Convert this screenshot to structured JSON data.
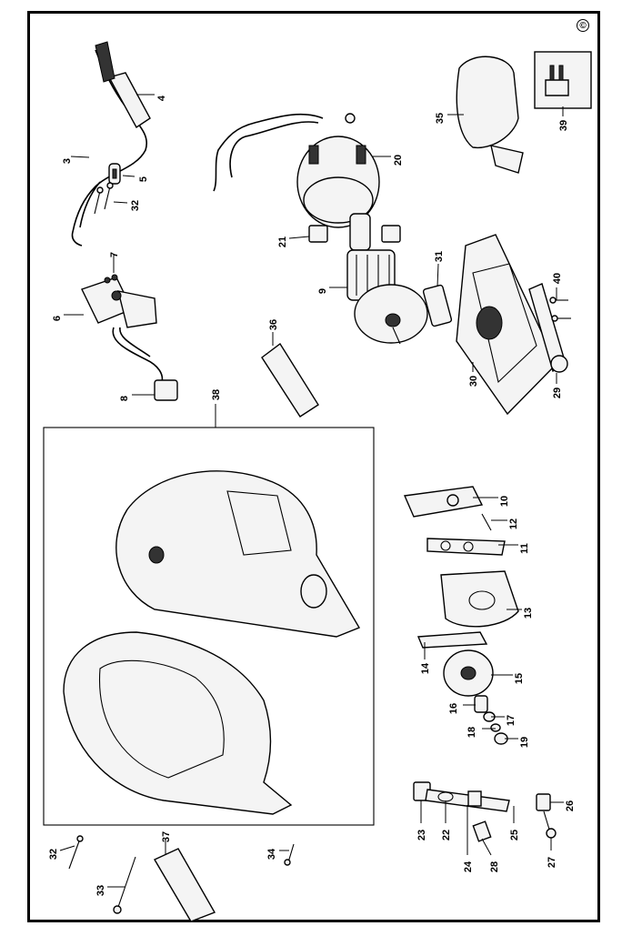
{
  "copyright_symbol": "©",
  "parts": [
    {
      "id": "p3",
      "label": "3"
    },
    {
      "id": "p4",
      "label": "4"
    },
    {
      "id": "p5",
      "label": "5"
    },
    {
      "id": "p32a",
      "label": "32"
    },
    {
      "id": "p7",
      "label": "7"
    },
    {
      "id": "p6",
      "label": "6"
    },
    {
      "id": "p8",
      "label": "8"
    },
    {
      "id": "p20",
      "label": "20"
    },
    {
      "id": "p21",
      "label": "21"
    },
    {
      "id": "p9",
      "label": "9"
    },
    {
      "id": "p31",
      "label": "31"
    },
    {
      "id": "p35",
      "label": "35"
    },
    {
      "id": "p39",
      "label": "39"
    },
    {
      "id": "p40",
      "label": "40"
    },
    {
      "id": "p30",
      "label": "30"
    },
    {
      "id": "p29",
      "label": "29"
    },
    {
      "id": "p36",
      "label": "36"
    },
    {
      "id": "p38",
      "label": "38"
    },
    {
      "id": "p10",
      "label": "10"
    },
    {
      "id": "p12",
      "label": "12"
    },
    {
      "id": "p11",
      "label": "11"
    },
    {
      "id": "p13",
      "label": "13"
    },
    {
      "id": "p14",
      "label": "14"
    },
    {
      "id": "p15",
      "label": "15"
    },
    {
      "id": "p16",
      "label": "16"
    },
    {
      "id": "p17",
      "label": "17"
    },
    {
      "id": "p18",
      "label": "18"
    },
    {
      "id": "p19",
      "label": "19"
    },
    {
      "id": "p23",
      "label": "23"
    },
    {
      "id": "p22",
      "label": "22"
    },
    {
      "id": "p24",
      "label": "24"
    },
    {
      "id": "p28",
      "label": "28"
    },
    {
      "id": "p25",
      "label": "25"
    },
    {
      "id": "p26",
      "label": "26"
    },
    {
      "id": "p27",
      "label": "27"
    },
    {
      "id": "p32b",
      "label": "32"
    },
    {
      "id": "p33",
      "label": "33"
    },
    {
      "id": "p37",
      "label": "37"
    },
    {
      "id": "p34",
      "label": "34"
    }
  ]
}
